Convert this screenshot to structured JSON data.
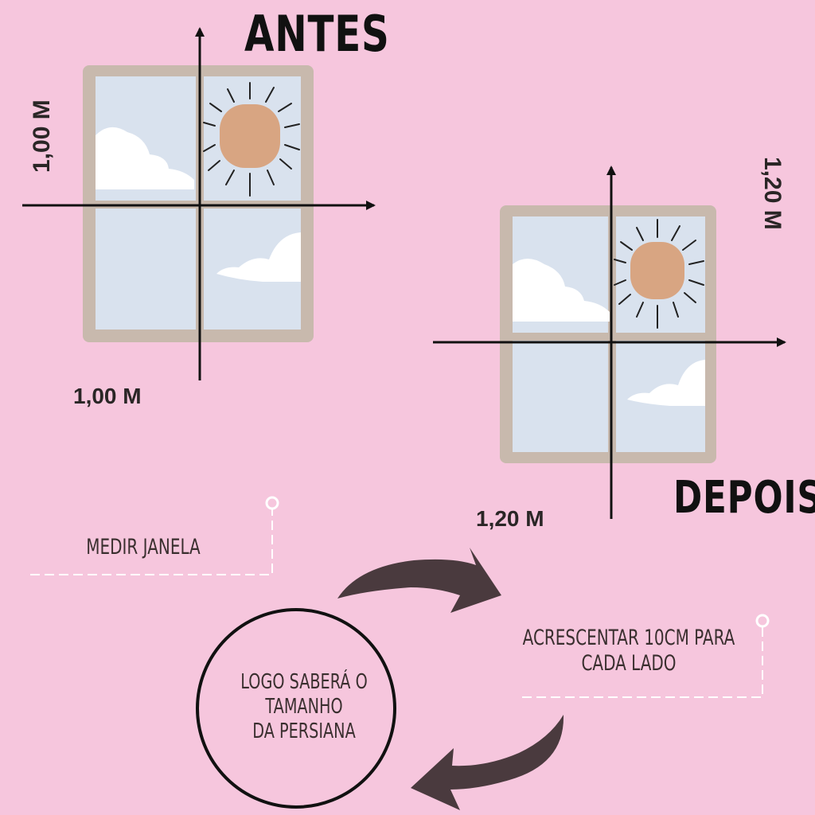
{
  "before": {
    "title": "ANTES",
    "height_label": "1,00 M",
    "width_label": "1,00 M"
  },
  "after": {
    "title": "DEPOIS",
    "height_label": "1,20 M",
    "width_label": "1,20 M"
  },
  "steps": {
    "measure": "MEDIR JANELA",
    "add_line1": "ACRESCENTAR 10CM PARA",
    "add_line2": "CADA LADO",
    "result_line1": "LOGO SABERÁ O",
    "result_line2": "TAMANHO",
    "result_line3": "DA PERSIANA"
  },
  "colors": {
    "background": "#f6c6dd",
    "frame": "#c8b9ad",
    "glass": "#d3ddec",
    "sun": "#d8a582",
    "arrow": "#4a3a3e"
  }
}
